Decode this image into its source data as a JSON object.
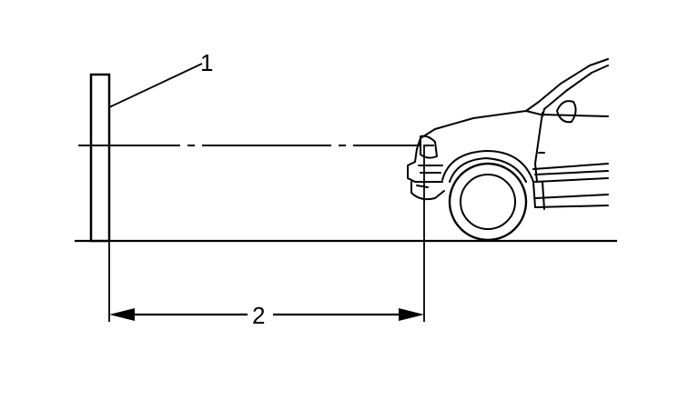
{
  "figure": {
    "callouts": [
      {
        "id": "screen",
        "label": "1"
      },
      {
        "id": "distance",
        "label": "2"
      }
    ],
    "colors": {
      "line": "#000000",
      "background": "#ffffff"
    }
  }
}
